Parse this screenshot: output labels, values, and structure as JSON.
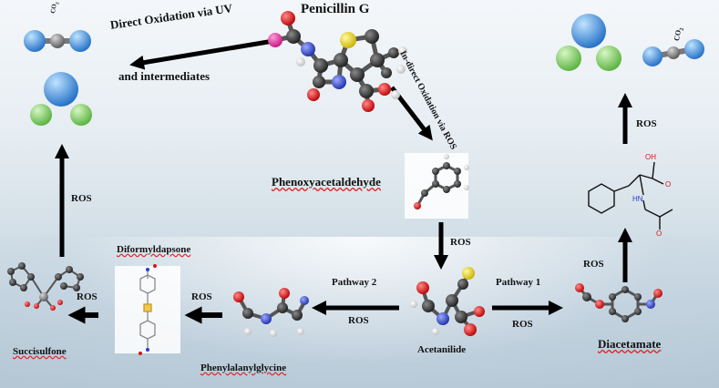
{
  "nodes": {
    "penicillin": "Penicillin G",
    "phenoxy": "Phenoxyacetaldehyde",
    "acetanilide": "Acetanilide",
    "diacetamate": "Diacetamate",
    "phenylalanyl": "Phenylalanylglycine",
    "diformyl": "Diformyldapsone",
    "succisulfone": "Succisulfone"
  },
  "edges": {
    "direct_line1": "Direct Oxidation via UV",
    "direct_line2": "and intermediates",
    "indirect": "In-direct Oxidation via ROS",
    "ros": "ROS",
    "pathway1": "Pathway 1",
    "pathway2": "Pathway 2"
  },
  "molecule_labels": {
    "co2": "CO",
    "co2_sub": "2",
    "oh": "OH",
    "o": "O",
    "hn": "HN"
  },
  "colors": {
    "carbon": "#2a2a2a",
    "oxygen": "#d01818",
    "nitrogen": "#2a3fc4",
    "sulfur": "#e6d21a",
    "hydrogen": "#f2f2f2",
    "water_blue": "#2e7fd6",
    "water_green": "#7ccf5a"
  }
}
